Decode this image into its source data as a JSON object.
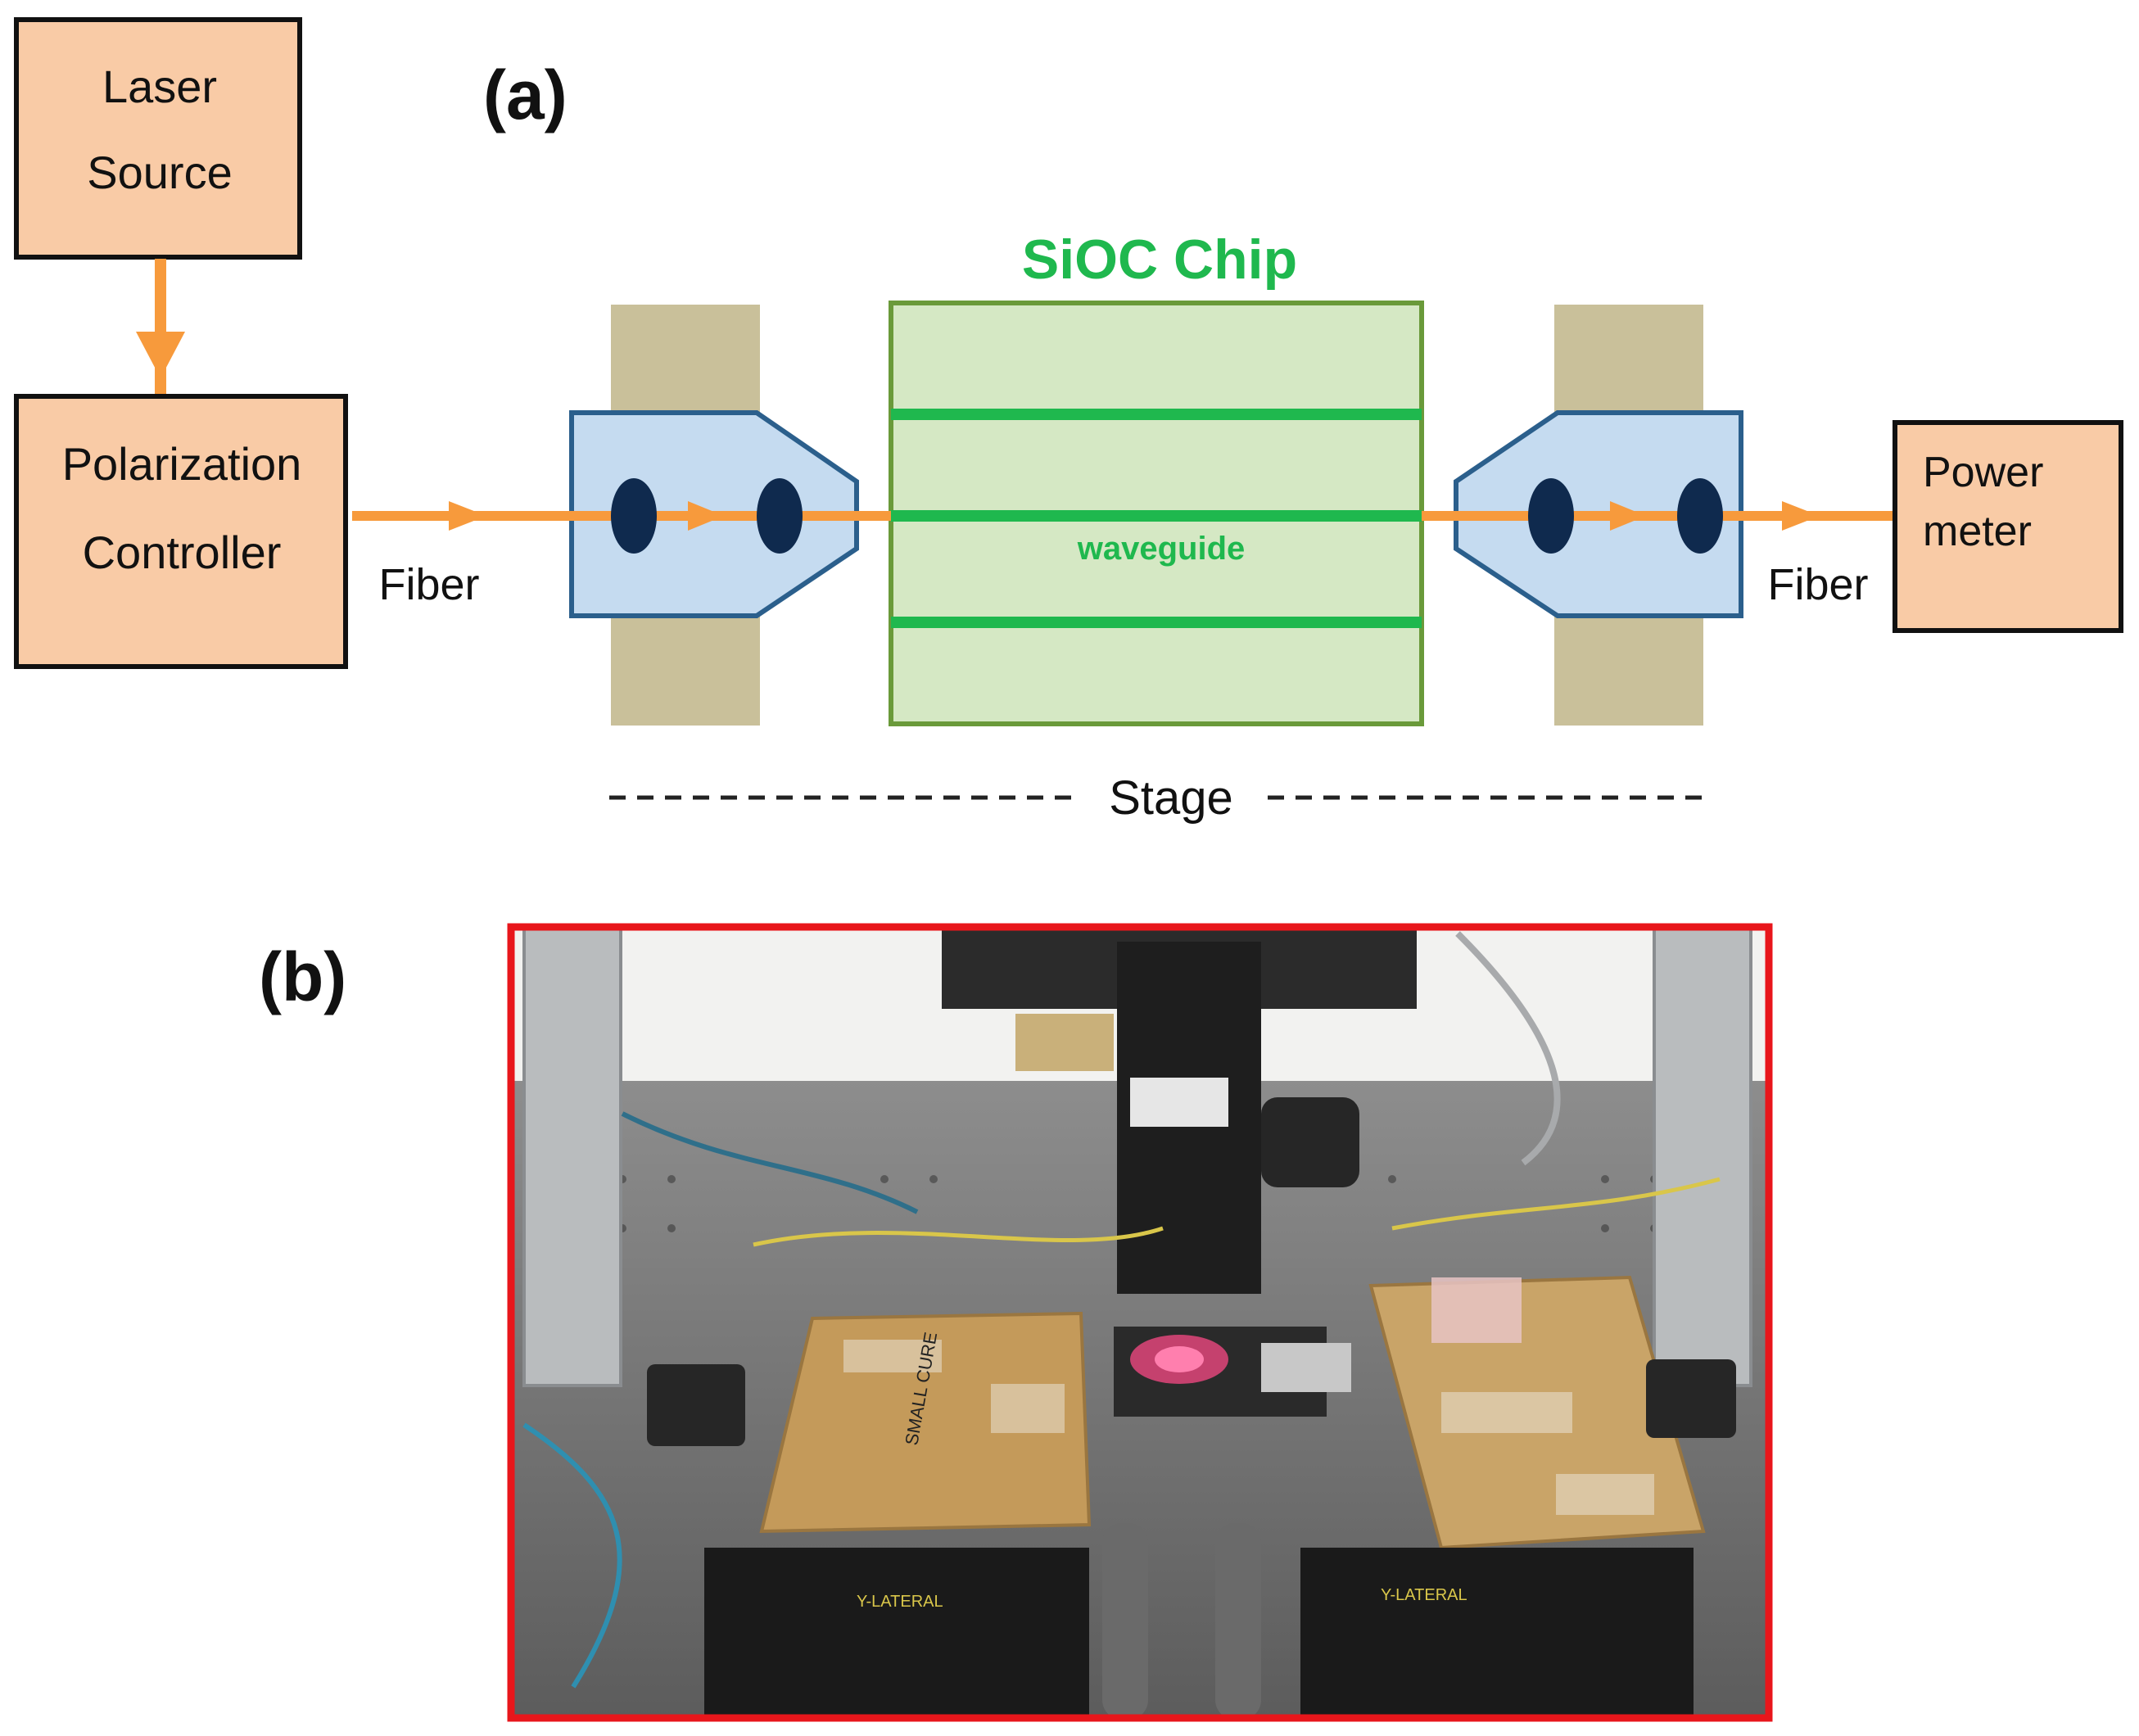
{
  "panel_a": {
    "label": "(a)",
    "laser_source": {
      "line1": "Laser",
      "line2": "Source"
    },
    "polarization_controller": {
      "line1": "Polarization",
      "line2": "Controller"
    },
    "fiber_left": "Fiber",
    "fiber_right": "Fiber",
    "chip_title": "SiOC Chip",
    "waveguide": "waveguide",
    "power_meter": {
      "line1": "Power",
      "line2": "meter"
    },
    "stage": "Stage"
  },
  "panel_b": {
    "label": "(b)",
    "photo_text": {
      "left_stage_label": "Y-LATERAL",
      "right_stage_label": "Y-LATERAL",
      "cardboard_note": "SMALL CURE"
    }
  },
  "colors": {
    "box_fill": "#f9cba6",
    "fiber": "#f79a3c",
    "chip_fill": "#d5e8c4",
    "chip_border": "#6a9a3a",
    "waveguide": "#1fb84e",
    "holder_fill": "#c5dbf0",
    "holder_border": "#2b5f8c",
    "post_fill": "#c9c09a",
    "photo_frame": "#e8161b"
  }
}
